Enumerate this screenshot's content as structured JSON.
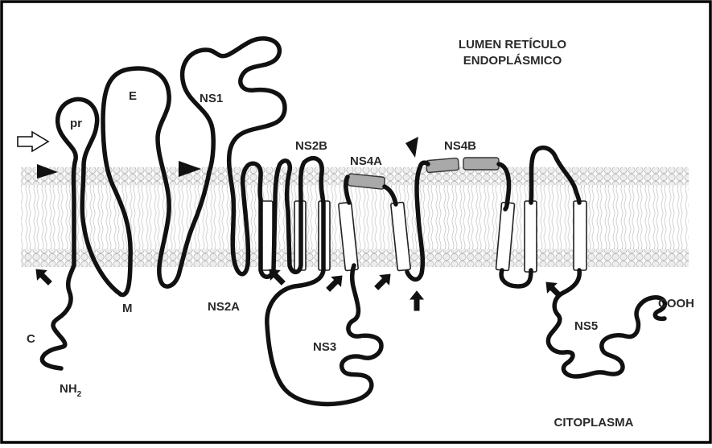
{
  "labels": {
    "lumen": "LUMEN RETÍCULO",
    "lumen2": "ENDOPLÁSMICO",
    "cytoplasm": "CITOPLASMA",
    "pr": "pr",
    "e": "E",
    "ns1": "NS1",
    "m": "M",
    "ns2a": "NS2A",
    "ns2b": "NS2B",
    "ns3": "NS3",
    "ns4a": "NS4A",
    "ns4b": "NS4B",
    "ns5": "NS5",
    "c": "C",
    "nh2": "NH",
    "nh2_sub": "2",
    "cooh": "COOH"
  },
  "colors": {
    "chain": "#111111",
    "membrane_head": "#ededed",
    "helix_fill": "#ffffff",
    "helix_lumen_fill": "#a9a9a9"
  }
}
